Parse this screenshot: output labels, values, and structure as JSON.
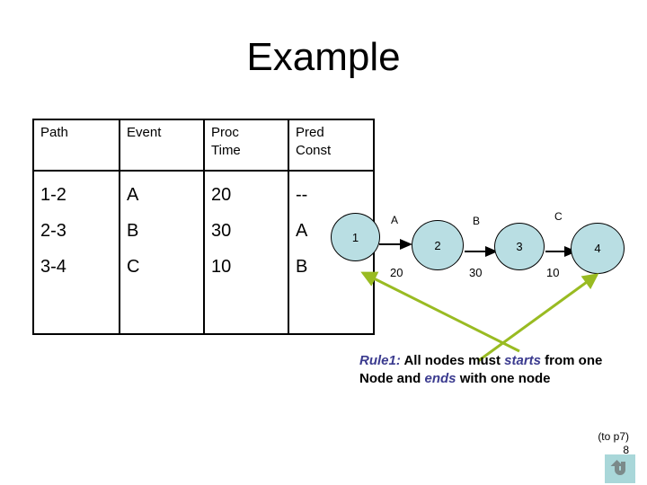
{
  "slide": {
    "title": "Example",
    "background_color": "#ffffff"
  },
  "table": {
    "headers": [
      {
        "lines": [
          "Path"
        ]
      },
      {
        "lines": [
          "Event"
        ]
      },
      {
        "lines": [
          "Proc",
          "Time"
        ]
      },
      {
        "lines": [
          "Pred",
          "Const"
        ]
      }
    ],
    "columns": {
      "path": [
        "1-2",
        "2-3",
        "3-4"
      ],
      "event": [
        "A",
        "B",
        "C"
      ],
      "proc_time": [
        "20",
        "30",
        "10"
      ],
      "pred_const": [
        "--",
        "A",
        "B"
      ]
    }
  },
  "diagram": {
    "node_fill_color": "#b9dee3",
    "node_stroke_color": "#000000",
    "arrow_color": "#000000",
    "nodes": [
      {
        "label": "1"
      },
      {
        "label": "2"
      },
      {
        "label": "3"
      },
      {
        "label": "4"
      }
    ],
    "edges": [
      {
        "name": "A",
        "weight": "20"
      },
      {
        "name": "B",
        "weight": "30"
      },
      {
        "name": "C",
        "weight": "10"
      }
    ]
  },
  "annotations": {
    "arrow_color": "#99bb22",
    "arrows": [
      {
        "name": "start-node-pointer"
      },
      {
        "name": "end-node-pointer"
      }
    ]
  },
  "rule": {
    "label": "Rule1:",
    "seg1": " All nodes must ",
    "kw1": "starts",
    "seg2": " from one",
    "seg3": "Node and ",
    "kw2": "ends",
    "seg4": " with one node",
    "keyword_color": "#3b3b8f"
  },
  "footer": {
    "note": "(to p7)",
    "page_number": "8",
    "return_icon": "u-turn-arrow-icon",
    "return_button_color": "#a9d7d9",
    "return_icon_color": "#7b8a8a"
  }
}
